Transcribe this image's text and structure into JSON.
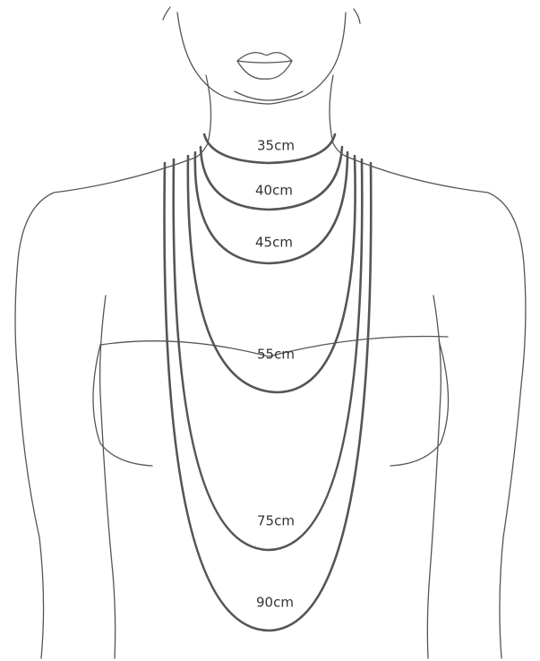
{
  "colors": {
    "outline": "#555555",
    "chain": "#555555",
    "label": "#333333"
  },
  "necklaces": [
    {
      "id": "35",
      "label": "35cm"
    },
    {
      "id": "40",
      "label": "40cm"
    },
    {
      "id": "45",
      "label": "45cm"
    },
    {
      "id": "55",
      "label": "55cm"
    },
    {
      "id": "75",
      "label": "75cm"
    },
    {
      "id": "90",
      "label": "90cm"
    }
  ]
}
